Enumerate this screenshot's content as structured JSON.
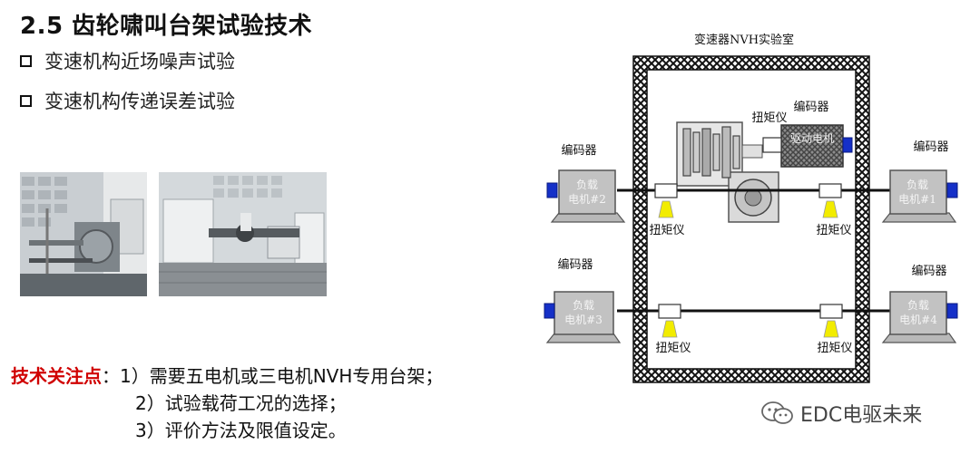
{
  "slide": {
    "title": "2.5 齿轮啸叫台架试验技术",
    "bullets": [
      {
        "text": "变速机构近场噪声试验"
      },
      {
        "text": "变速机构传递误差试验"
      }
    ]
  },
  "notes": {
    "label": "技术关注点",
    "colon": "：",
    "items": [
      "1）需要五电机或三电机NVH专用台架；",
      "2）试验载荷工况的选择；",
      "3）评价方法及限值设定。"
    ]
  },
  "diagram": {
    "lab_title": "变速器NVH实验室",
    "encoder_label": "编码器",
    "torque_label": "扭矩仪",
    "drive_motor_label": "驱动电机",
    "load_motors": [
      {
        "line1": "负载",
        "line2": "电机#2"
      },
      {
        "line1": "负载",
        "line2": "电机#1"
      },
      {
        "line1": "负载",
        "line2": "电机#3"
      },
      {
        "line1": "负载",
        "line2": "电机#4"
      }
    ]
  },
  "watermark": {
    "text": "EDC电驱未来"
  },
  "colors": {
    "title": "#111111",
    "accent_red": "#d00000",
    "encoder_blue": "#1530c8",
    "torque_yellow": "#f2ec00",
    "motor_gray": "#b8b8b8"
  }
}
